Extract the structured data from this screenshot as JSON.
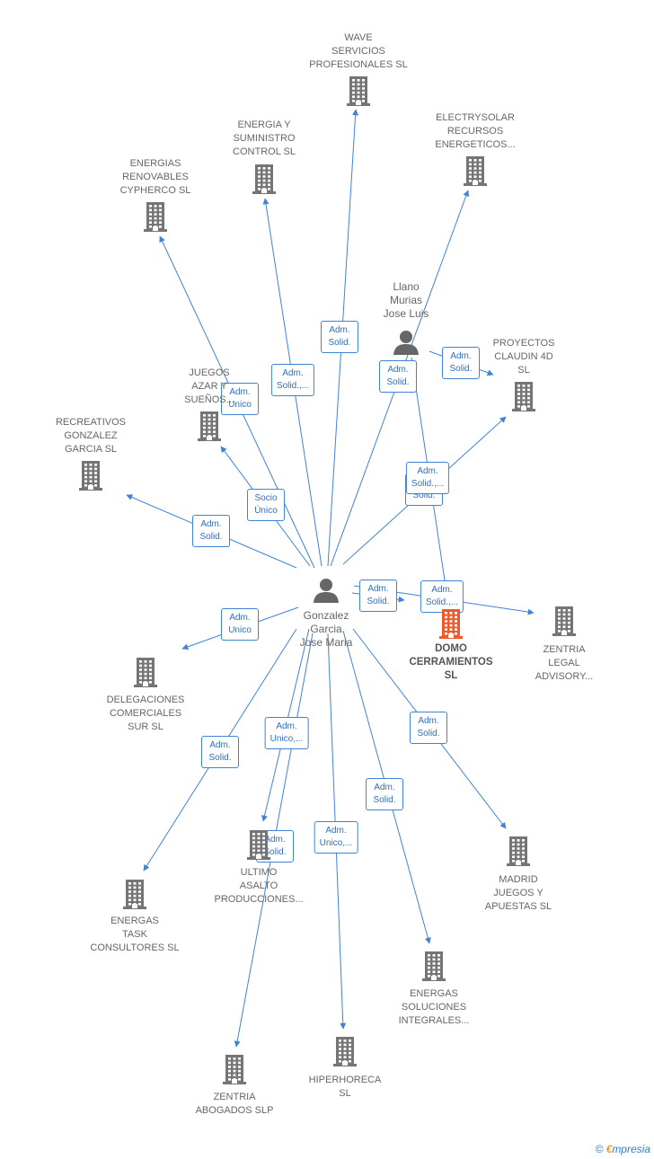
{
  "colors": {
    "edge": "#3f83d6",
    "company": "#757575",
    "focal_company": "#f05a28",
    "person": "#666666",
    "watermark_e": "#f39a1e"
  },
  "nodes": [
    {
      "id": "wave",
      "type": "company",
      "label": "WAVE\nSERVICIOS\nPROFESIONALES SL"
    },
    {
      "id": "electry",
      "type": "company",
      "label": "ELECTRYSOLAR\nRECURSOS\nENERGETICOS..."
    },
    {
      "id": "energia",
      "type": "company",
      "label": "ENERGIA Y\nSUMINISTRO\nCONTROL SL"
    },
    {
      "id": "renov",
      "type": "company",
      "label": "ENERGIAS\nRENOVABLES\nCYPHERCO SL"
    },
    {
      "id": "llano",
      "type": "person",
      "label": "Llano\nMurias\nJose Luis"
    },
    {
      "id": "proyectos",
      "type": "company",
      "label": "PROYECTOS\nCLAUDIN 4D\nSL"
    },
    {
      "id": "juegos",
      "type": "company",
      "label": "JUEGOS\nAZAR Y\nSUEÑOS..."
    },
    {
      "id": "recre",
      "type": "company",
      "label": "RECREATIVOS\nGONZALEZ\nGARCIA SL"
    },
    {
      "id": "gonzalez",
      "type": "person",
      "label": "Gonzalez\nGarcia\nJose Maria"
    },
    {
      "id": "domo",
      "type": "focal",
      "label": "DOMO\nCERRAMIENTOS\nSL"
    },
    {
      "id": "zentria_legal",
      "type": "company",
      "label": "ZENTRIA\nLEGAL\nADVISORY..."
    },
    {
      "id": "delegaciones",
      "type": "company",
      "label": "DELEGACIONES\nCOMERCIALES\nSUR SL"
    },
    {
      "id": "ultimo",
      "type": "company",
      "label": "ULTIMO\nASALTO\nPRODUCCIONES..."
    },
    {
      "id": "madrid",
      "type": "company",
      "label": "MADRID\nJUEGOS Y\nAPUESTAS SL"
    },
    {
      "id": "energas_task",
      "type": "company",
      "label": "ENERGAS\nTASK\nCONSULTORES SL"
    },
    {
      "id": "energas_sol",
      "type": "company",
      "label": "ENERGAS\nSOLUCIONES\nINTEGRALES..."
    },
    {
      "id": "zentria_abog",
      "type": "company",
      "label": "ZENTRIA\nABOGADOS SLP"
    },
    {
      "id": "hiperhoreca",
      "type": "company",
      "label": "HIPERHORECA\nSL"
    }
  ],
  "edges": [
    {
      "from": "gonzalez",
      "to": "wave",
      "label": "Adm.\nSolid."
    },
    {
      "from": "gonzalez",
      "to": "energia",
      "label": "Adm.\nSolid.,..."
    },
    {
      "from": "gonzalez",
      "to": "renov",
      "label": "Adm.\nUnico"
    },
    {
      "from": "gonzalez",
      "to": "electry",
      "label": "Adm.\nSolid."
    },
    {
      "from": "gonzalez",
      "to": "juegos",
      "label": "Socio\nÚnico"
    },
    {
      "from": "gonzalez",
      "to": "recre",
      "label": "Adm.\nSolid."
    },
    {
      "from": "gonzalez",
      "to": "proyectos",
      "label": "Adm.\nSolid."
    },
    {
      "from": "llano",
      "to": "proyectos",
      "label": "Adm.\nSolid."
    },
    {
      "from": "llano",
      "to": "domo",
      "label": "Adm.\nSolid.,..."
    },
    {
      "from": "gonzalez",
      "to": "domo",
      "label": "Adm.\nSolid."
    },
    {
      "from": "gonzalez",
      "to": "zentria_legal",
      "label": "Adm.\nSolid.,..."
    },
    {
      "from": "gonzalez",
      "to": "delegaciones",
      "label": "Adm.\nUnico"
    },
    {
      "from": "gonzalez",
      "to": "ultimo",
      "label": "Adm.\nUnico,..."
    },
    {
      "from": "gonzalez",
      "to": "madrid",
      "label": "Adm.\nSolid."
    },
    {
      "from": "gonzalez",
      "to": "energas_task",
      "label": "Adm.\nSolid."
    },
    {
      "from": "gonzalez",
      "to": "energas_sol",
      "label": "Adm.\nSolid."
    },
    {
      "from": "gonzalez",
      "to": "zentria_abog",
      "label": "Adm.\nSolid."
    },
    {
      "from": "gonzalez",
      "to": "hiperhoreca",
      "label": "Adm.\nUnico,..."
    }
  ],
  "watermark": {
    "copyright": "©",
    "brand_initial": "€",
    "brand_rest": "mpresia"
  }
}
